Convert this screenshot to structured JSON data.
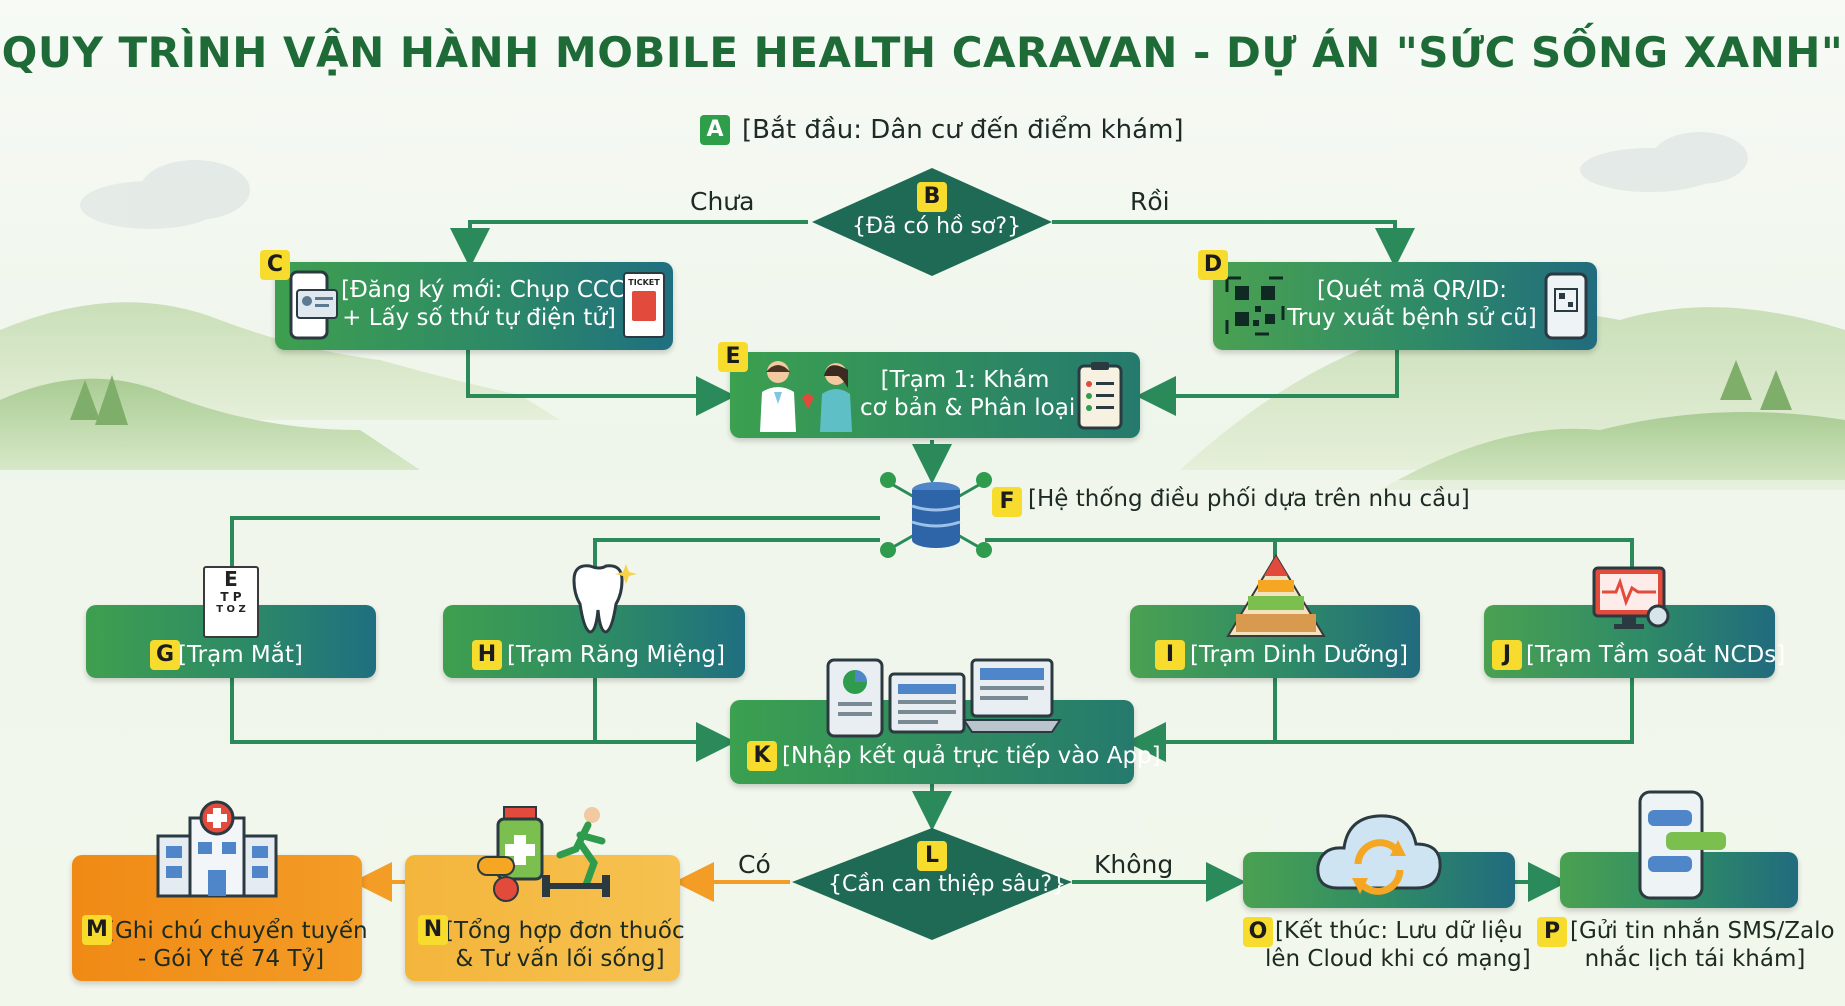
{
  "title": "QUY TRÌNH VẬN HÀNH MOBILE HEALTH CARAVAN - DỰ ÁN \"SỨC SỐNG XANH\"",
  "colors": {
    "dark_green": "#1f6b38",
    "teal": "#216b7e",
    "yellow_badge": "#f7dc2e",
    "orange": "#f08a15",
    "arrow_green": "#2b8a5a",
    "arrow_orange": "#f39c26"
  },
  "nodes": {
    "A": {
      "badge": "A",
      "text": "[Bắt đầu: Dân cư đến điểm khám]"
    },
    "B": {
      "badge": "B",
      "text": "{Đã có hồ sơ?}"
    },
    "C": {
      "badge": "C",
      "line1": "[Đăng ký mới: Chụp CCCD",
      "line2": "+ Lấy số thứ tự điện tử]",
      "ticket": "TICKET"
    },
    "D": {
      "badge": "D",
      "line1": "[Quét mã QR/ID:",
      "line2": "Truy xuất bệnh sử cũ]"
    },
    "E": {
      "badge": "E",
      "line1": "[Trạm 1: Khám",
      "line2": "cơ bản & Phân loại]"
    },
    "F": {
      "badge": "F",
      "text": "[Hệ thống điều phối dựa trên nhu cầu]"
    },
    "G": {
      "badge": "G",
      "text": "[Trạm Mắt]",
      "chart_line1": "E",
      "chart_line2": "T P",
      "chart_line3": "T O Z"
    },
    "H": {
      "badge": "H",
      "text": "[Trạm Răng Miệng]"
    },
    "I": {
      "badge": "I",
      "text": "[Trạm Dinh Dưỡng]"
    },
    "J": {
      "badge": "J",
      "text": "[Trạm Tầm soát NCDs]"
    },
    "K": {
      "badge": "K",
      "text": "[Nhập kết quả trực tiếp vào App]"
    },
    "L": {
      "badge": "L",
      "text": "{Cần can thiệp sâu?}"
    },
    "M": {
      "badge": "M",
      "line1": "[Ghi chú chuyển tuyến",
      "line2": "- Gói Y tế 74 Tỷ]"
    },
    "N": {
      "badge": "N",
      "line1": "[Tổng hợp đơn thuốc",
      "line2": "& Tư vấn lối sống]"
    },
    "O": {
      "badge": "O",
      "line1": "[Kết thúc: Lưu dữ liệu",
      "line2": "lên Cloud khi có mạng]"
    },
    "P": {
      "badge": "P",
      "line1": "[Gửi tin nhắn SMS/Zalo",
      "line2": "nhắc lịch tái khám]"
    }
  },
  "edge_labels": {
    "no_profile": "Chưa",
    "has_profile": "Rồi",
    "yes": "Có",
    "no": "Không"
  }
}
